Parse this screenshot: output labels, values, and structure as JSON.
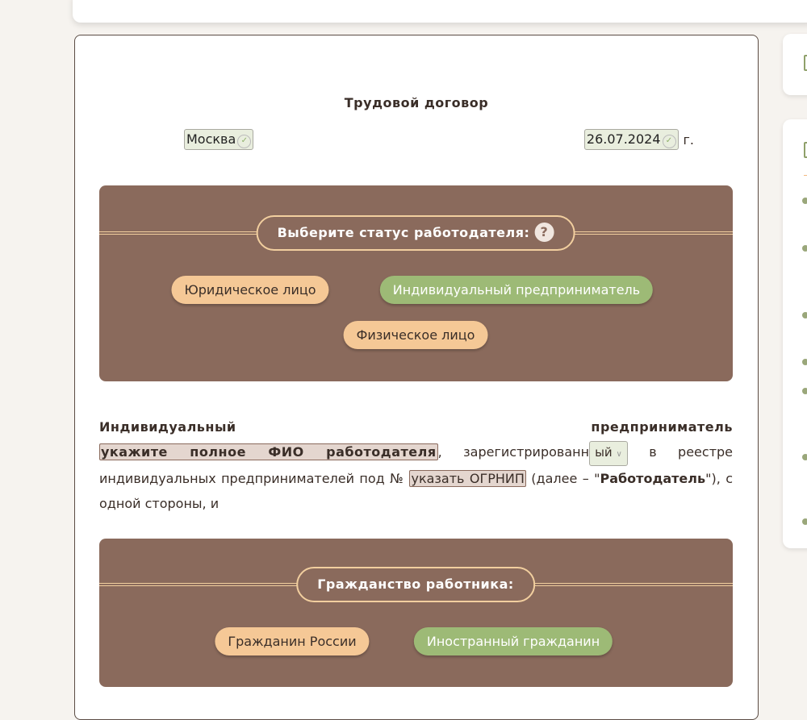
{
  "document": {
    "title": "Трудовой договор",
    "city": "Москва",
    "date": "26.07.2024",
    "year_suffix": "г."
  },
  "employer_status": {
    "heading": "Выберите статус работодателя:",
    "help_icon": "?",
    "options": [
      "Юридическое лицо",
      "Индивидуальный предприниматель",
      "Физическое лицо"
    ],
    "selected": "Индивидуальный предприниматель"
  },
  "paragraph": {
    "lead": "Индивидуальный предприниматель",
    "name_placeholder": "укажите полное ФИО работодателя",
    "t1": ", зарегистрированн",
    "suffix_select": "ый",
    "t2": " в реестре индивидуальных предпринимателей под № ",
    "ogrnip_placeholder": "указать ОГРНИП",
    "t3": " (далее – \"",
    "employer_term": "Работодатель",
    "t4": "\"), с одной стороны, и"
  },
  "citizenship": {
    "heading": "Гражданство работника:",
    "options": [
      "Гражданин России",
      "Иностранный гражданин"
    ],
    "selected": "Иностранный гражданин"
  },
  "colors": {
    "panel": "#8a6a5c",
    "option": "#f5c896",
    "selected": "#9dba76"
  }
}
